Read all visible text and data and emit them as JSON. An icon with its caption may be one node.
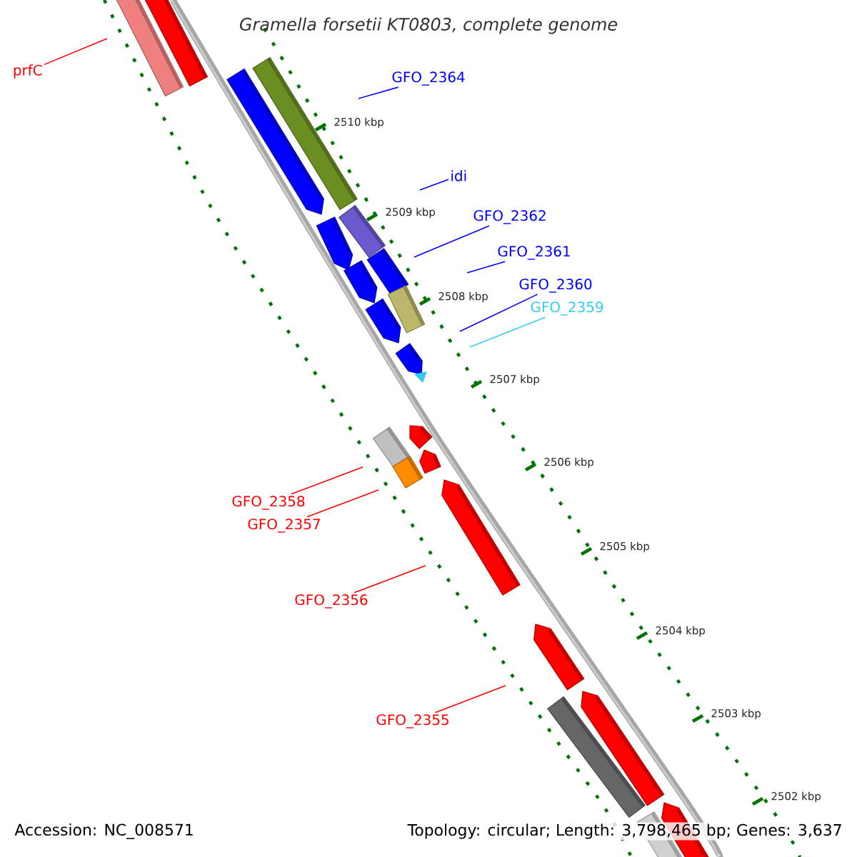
{
  "diagram": {
    "title": "Gramella forsetii KT0803, complete genome",
    "nodes": [
      {
        "text": [
          "prfC"
        ]
      },
      {
        "text": [
          "GFO_2364"
        ]
      },
      {
        "text": [
          "idi"
        ]
      },
      {
        "text": [
          "GFO_2362"
        ]
      },
      {
        "text": [
          "GFO_2361"
        ]
      },
      {
        "text": [
          "GFO_2360"
        ]
      },
      {
        "text": [
          "GFO_2359"
        ]
      },
      {
        "text": [
          "GFO_2358"
        ]
      },
      {
        "text": [
          "GFO_2357"
        ]
      },
      {
        "text": [
          "GFO_2356"
        ]
      },
      {
        "text": [
          "GFO_2355"
        ]
      }
    ],
    "edges": [
      {
        "from": 0,
        "to": null,
        "arrow": "none",
        "color": "#ff0000"
      },
      {
        "from": 1,
        "to": null,
        "arrow": "none",
        "color": "#0000ff"
      },
      {
        "from": 2,
        "to": null,
        "arrow": "none",
        "color": "#0000ff"
      },
      {
        "from": 3,
        "to": null,
        "arrow": "none",
        "color": "#0000ff"
      },
      {
        "from": 4,
        "to": null,
        "arrow": "none",
        "color": "#0000ff"
      },
      {
        "from": 5,
        "to": null,
        "arrow": "none",
        "color": "#0000ff"
      },
      {
        "from": 6,
        "to": null,
        "arrow": "none",
        "color": "#33ccee"
      },
      {
        "from": 7,
        "to": null,
        "arrow": "none",
        "color": "#ff0000"
      },
      {
        "from": 8,
        "to": null,
        "arrow": "none",
        "color": "#ff0000"
      },
      {
        "from": 9,
        "to": null,
        "arrow": "none",
        "color": "#ff0000"
      },
      {
        "from": 10,
        "to": null,
        "arrow": "none",
        "color": "#ff0000"
      }
    ],
    "labels": [
      "2510 kbp",
      "2509 kbp",
      "2508 kbp",
      "2507 kbp",
      "2506 kbp",
      "2505 kbp",
      "2504 kbp",
      "2503 kbp",
      "2502 kbp",
      "Accession: NC_008571",
      "Topology: circular; Length: 3,798,465 bp; Genes: 3,637"
    ]
  }
}
